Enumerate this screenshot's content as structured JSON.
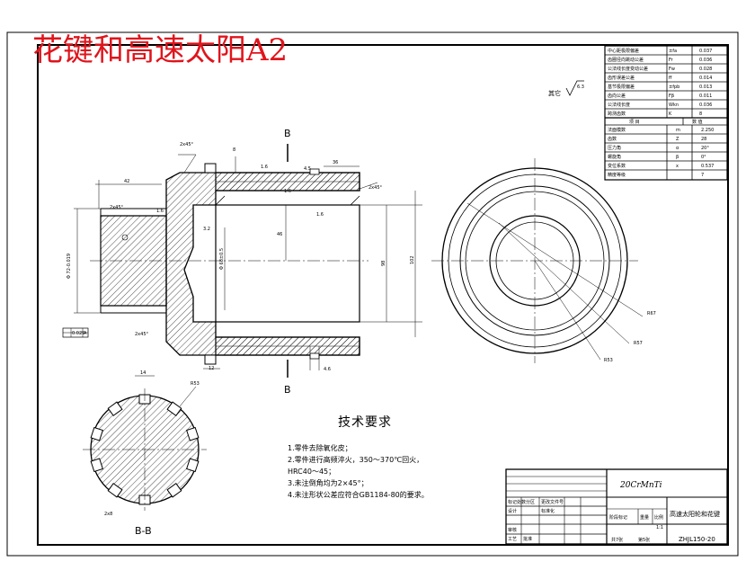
{
  "drawing_title": "花键和高速太阳A2",
  "section_labels": {
    "top": "B",
    "bottom": "B",
    "section_view": "B-B"
  },
  "roughness_note": {
    "label": "其它",
    "value": "6.3"
  },
  "dims": {
    "d42": "42",
    "d2x45_a": "2x45°",
    "d8": "8",
    "d1_6a": "1.6",
    "d4_5": "4.5",
    "d36": "36",
    "d2x45_b": "2x45°",
    "d2x45_c": "2x45°",
    "d1_6b": "1.6",
    "d1_6c": "1.6",
    "d3_2": "3.2",
    "d1_6d": "1.6",
    "d12": "12",
    "d46": "46",
    "d4_6": "4.6",
    "d2x45_d": "2x45°",
    "phi_spline": "Φ 72-0.019",
    "d98": "98",
    "d102": "102",
    "phi68": "Φ 68±0.5",
    "r57": "R57",
    "r67": "R67",
    "r53": "R53",
    "r53b": "R53",
    "d14": "14",
    "d2x8": "2x8",
    "tol_box": "0.025",
    "tol_ref": "A"
  },
  "spec_table": [
    [
      "中心距极限偏差",
      "±fa",
      "0.037"
    ],
    [
      "齿圈径向跳动公差",
      "Fr",
      "0.036"
    ],
    [
      "公法线长度变动公差",
      "Fw",
      "0.028"
    ],
    [
      "齿形误差公差",
      "ff",
      "0.014"
    ],
    [
      "基节极限偏差",
      "±fpb",
      "0.013"
    ],
    [
      "齿向公差",
      "Fβ",
      "0.011"
    ],
    [
      "公法线长度",
      "Wkn",
      "0.036"
    ],
    [
      "跨测齿数",
      "K",
      "8"
    ]
  ],
  "param_header": [
    "项   目",
    "数   值"
  ],
  "param_table": [
    [
      "法面模数",
      "m",
      "2.250"
    ],
    [
      "齿数",
      "Z",
      "28"
    ],
    [
      "压力角",
      "α",
      "20°"
    ],
    [
      "螺旋角",
      "β",
      "0°"
    ],
    [
      "变位系数",
      "x",
      "0.537"
    ],
    [
      "精度等级",
      "",
      "7"
    ]
  ],
  "tech_title": "技术要求",
  "tech_notes": [
    "1.零件去除氧化皮；",
    "2.零件进行高频淬火，350～370℃回火，",
    "HRC40～45；",
    "3.未注倒角均为2×45°；",
    "4.未注形状公差应符合GB1184-80的要求。"
  ],
  "title_block": {
    "material": "20CrMnTi",
    "part_name": "高速太阳轮和花键",
    "drawing_no": "ZHJL150-20",
    "scale_label": "比例",
    "scale": "1:1",
    "stage_label": "阶段标记",
    "weight_label": "重量",
    "sheets": "共7张",
    "sheet": "第5张",
    "rows": [
      "标记处数分区",
      "更改文件号",
      "设计",
      "标准化",
      "审核",
      "工艺",
      "批准"
    ]
  }
}
